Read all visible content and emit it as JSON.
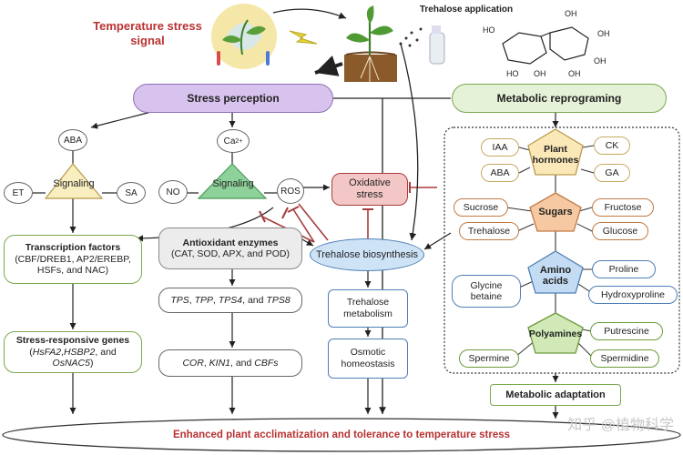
{
  "header": {
    "signal_title": "Temperature stress signal",
    "trehalose_application": "Trehalose application"
  },
  "perception": {
    "stress_perception": "Stress perception",
    "metabolic_reprogramming": "Metabolic reprograming"
  },
  "signaling": {
    "aba": "ABA",
    "et": "ET",
    "sa": "SA",
    "signaling_left": "Signaling",
    "ca": "Ca",
    "ca_sup": "2+",
    "no": "NO",
    "signaling_center": "Signaling",
    "ros": "ROS",
    "oxidative_stress": "Oxidative stress"
  },
  "left_column": {
    "tf_title": "Transcription factors",
    "tf_body": "(CBF/DREB1, AP2/EREBP, HSFs, and NAC)",
    "genes_title": "Stress-responsive genes",
    "genes_g1": "HsFA2",
    "genes_sep1": ",",
    "genes_g2": "HSBP2",
    "genes_sep2": ", and",
    "genes_g3": "OsNAC5",
    "genes_end": ")"
  },
  "middle_column": {
    "antiox_title": "Antioxidant enzymes",
    "antiox_body": "(CAT, SOD, APX, and POD)",
    "tps_1": "TPS",
    "tps_2": "TPP",
    "tps_3": "TPS4",
    "tps_and": ", and",
    "tps_4": "TPS8",
    "cor_1": "COR",
    "cor_2": "KIN1",
    "cor_and": ", and",
    "cor_3": "CBFs"
  },
  "trehalose_column": {
    "biosynthesis": "Trehalose biosynthesis",
    "metabolism": "Trehalose metabolism",
    "osmotic": "Osmotic homeostasis"
  },
  "metabolites": {
    "hormones_title": "Plant hormones",
    "iaa": "IAA",
    "ck": "CK",
    "aba": "ABA",
    "ga": "GA",
    "sugars_title": "Sugars",
    "sucrose": "Sucrose",
    "fructose": "Fructose",
    "trehalose": "Trehalose",
    "glucose": "Glucose",
    "amino_title": "Amino acids",
    "proline": "Proline",
    "glycine_betaine": "Glycine betaine",
    "hydroxyproline": "Hydroxyproline",
    "polyamines_title": "Polyamines",
    "putrescine": "Putrescine",
    "spermine": "Spermine",
    "spermidine": "Spermidine"
  },
  "outcome": {
    "metabolic_adaptation": "Metabolic adaptation",
    "final": "Enhanced plant acclimatization and tolerance to temperature stress",
    "watermark": "知乎 @植物科学"
  },
  "colors": {
    "purple": "#d8c3ee",
    "green_fill": "#e6f2d8",
    "yellow_tri": "#f8eec0",
    "green_tri": "#8fd19a",
    "pink": "#f4c7c7",
    "blue": "#cfe3f7",
    "title_red": "#b83232",
    "pentagon_yellow": "#fbe8b8",
    "pentagon_orange": "#f7c9a3",
    "pentagon_blue": "#c4dcf3",
    "pentagon_green": "#d0e9b6"
  }
}
